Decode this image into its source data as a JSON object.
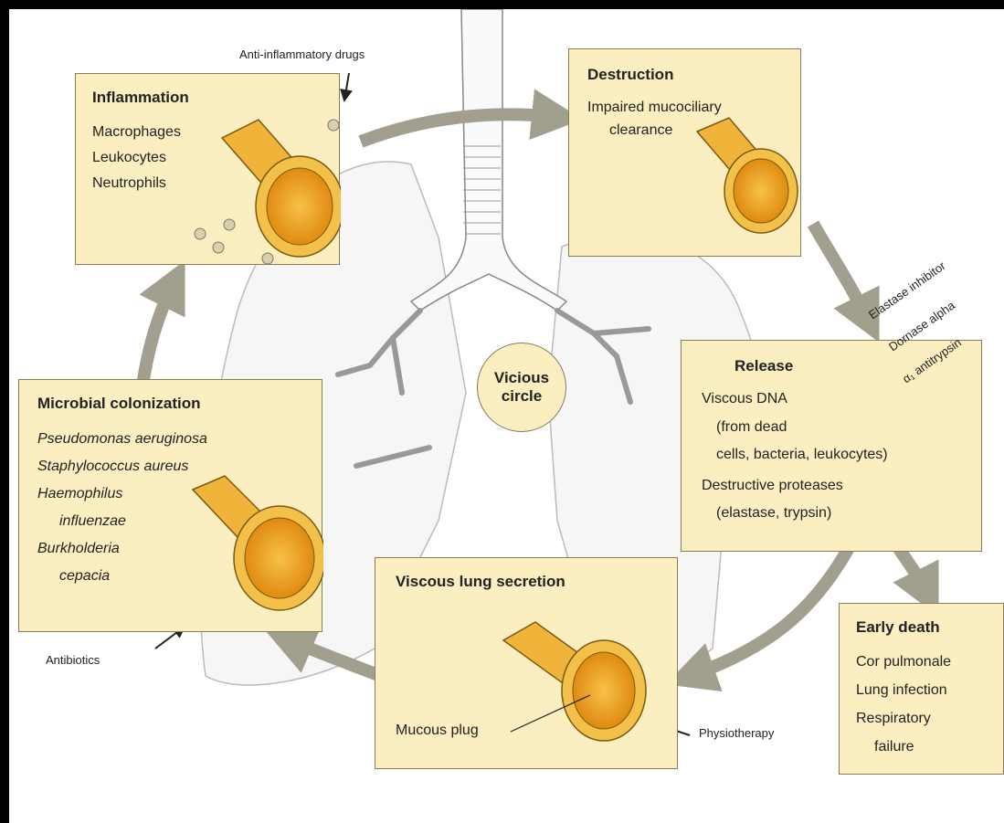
{
  "center": {
    "line1": "Vicious",
    "line2": "circle"
  },
  "inflammation": {
    "title": "Inflammation",
    "items": [
      "Macrophages",
      "Leukocytes",
      "Neutrophils"
    ]
  },
  "destruction": {
    "title": "Destruction",
    "line1": "Impaired mucociliary",
    "line2": "clearance"
  },
  "release": {
    "title": "Release",
    "lines": [
      "Viscous DNA",
      "(from dead",
      "cells, bacteria, leukocytes)",
      "Destructive proteases",
      "(elastase, trypsin)"
    ],
    "treatments": [
      "Elastase inhibitor",
      "Dornase alpha",
      "α₁ antitrypsin"
    ]
  },
  "microbial": {
    "title": "Microbial colonization",
    "items": [
      "Pseudomonas aeruginosa",
      "Staphylococcus aureus",
      "Haemophilus",
      "influenzae",
      "Burkholderia",
      "cepacia"
    ]
  },
  "viscous": {
    "title": "Viscous lung secretion",
    "plug_label": "Mucous plug"
  },
  "early_death": {
    "title": "Early death",
    "items": [
      "Cor pulmonale",
      "Lung infection",
      "Respiratory",
      "failure"
    ]
  },
  "notes": {
    "anti_inflammatory": "Anti-inflammatory drugs",
    "antibiotics": "Antibiotics",
    "physiotherapy": "Physiotherapy"
  },
  "colors": {
    "box_fill": "#fbeec0",
    "box_border": "#8a7a55",
    "arrow": "#a39f8e",
    "airway_orange": "#e8a21a"
  }
}
